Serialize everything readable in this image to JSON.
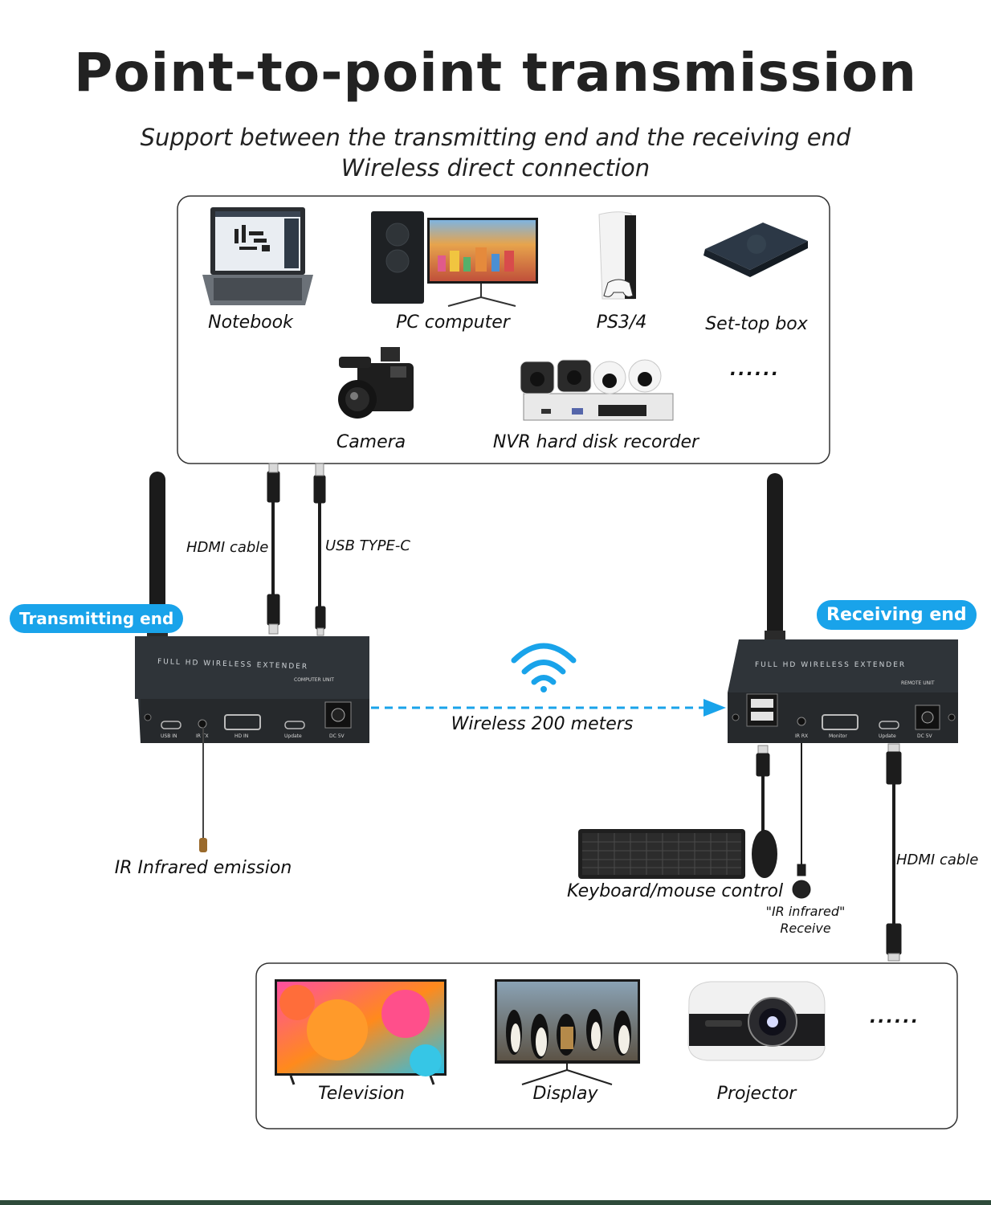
{
  "title": "Point-to-point transmission",
  "subtitle_line1": "Support between the transmitting end and the receiving end",
  "subtitle_line2": "Wireless direct connection",
  "sources": [
    {
      "label": "Notebook"
    },
    {
      "label": "PC computer"
    },
    {
      "label": "PS3/4"
    },
    {
      "label": "Set-top box"
    },
    {
      "label": "Camera"
    },
    {
      "label": "NVR hard disk recorder"
    },
    {
      "label": "......"
    }
  ],
  "cables_top": {
    "hdmi": "HDMI cable",
    "usb": "USB  TYPE-C"
  },
  "transmitter": {
    "badge": "Transmitting end",
    "device_text": "FULL HD WIRELESS EXTENDER",
    "unit_text": "COMPUTER UNIT",
    "ports": [
      "USB IN",
      "IR TX",
      "HD IN",
      "Update",
      "DC 5V"
    ],
    "ir_label": "IR Infrared emission"
  },
  "wireless_label": "Wireless 200 meters",
  "receiver": {
    "badge": "Receiving end",
    "device_text": "FULL HD WIRELESS EXTENDER",
    "unit_text": "REMOTE UNIT",
    "ports": [
      "IR RX",
      "Monitor",
      "Update",
      "DC 5V"
    ],
    "kbm_label": "Keyboard/mouse control",
    "ir_label_1": "\"IR infrared\"",
    "ir_label_2": "Receive",
    "hdmi_label": "HDMI cable"
  },
  "outputs": [
    {
      "label": "Television"
    },
    {
      "label": "Display"
    },
    {
      "label": "Projector"
    },
    {
      "label": "......"
    }
  ],
  "colors": {
    "accent": "#19a3ea",
    "device": "#2b2f33",
    "cable": "#1c1c1c"
  }
}
